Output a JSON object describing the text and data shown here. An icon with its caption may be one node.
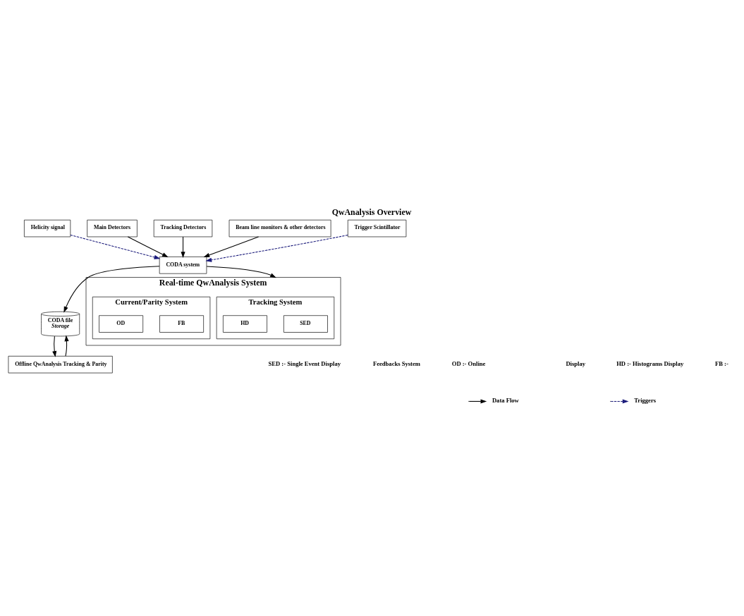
{
  "diagram": {
    "title": "QwAnalysis Overview",
    "nodes": [
      {
        "text": [
          "Helicity signal"
        ]
      },
      {
        "text": [
          "Main Detectors"
        ]
      },
      {
        "text": [
          "Tracking Detectors"
        ]
      },
      {
        "text": [
          "Beam line monitors & other detectors"
        ]
      },
      {
        "text": [
          "Trigger Scintillator"
        ]
      },
      {
        "text": [
          "CODA system"
        ]
      },
      {
        "text": [
          "CODA file",
          "Storage"
        ]
      },
      {
        "text": [
          "Offline QwAnalysis Tracking & Parity"
        ]
      },
      {
        "text": [
          "Real-time QwAnalysis System"
        ]
      },
      {
        "text": [
          "Tracking System"
        ],
        "in": 8
      },
      {
        "text": [
          "SED"
        ],
        "in": 9
      },
      {
        "text": [
          "HD"
        ],
        "in": 9
      },
      {
        "text": [
          "Current/Parity System"
        ],
        "in": 8
      },
      {
        "text": [
          "FB"
        ],
        "in": 12
      },
      {
        "text": [
          "OD"
        ],
        "in": 12
      }
    ],
    "edges": [
      {
        "from": 1,
        "to": 5,
        "arrow": "to"
      },
      {
        "from": 2,
        "to": 5,
        "arrow": "to"
      },
      {
        "from": 3,
        "to": 5,
        "arrow": "to"
      },
      {
        "from": 0,
        "to": 5,
        "arrow": "to",
        "style": "dashed",
        "color": "#1a1a7a"
      },
      {
        "from": 4,
        "to": 5,
        "arrow": "to",
        "style": "dashed",
        "color": "#1a1a7a"
      },
      {
        "from": 5,
        "to": 6,
        "arrow": "to"
      },
      {
        "from": 6,
        "to": 7,
        "arrow": "to"
      },
      {
        "from": 7,
        "to": 6,
        "arrow": "to"
      },
      {
        "from": 5,
        "to": 8,
        "arrow": "to"
      }
    ],
    "labels": [
      "SED :- Single Event Display",
      "FB :-",
      "Feedbacks System",
      "HD :- Histograms Display",
      "OD :- Online",
      "Display"
    ],
    "legend": [
      {
        "text": "Data Flow"
      },
      {
        "text": "Triggers"
      }
    ]
  }
}
